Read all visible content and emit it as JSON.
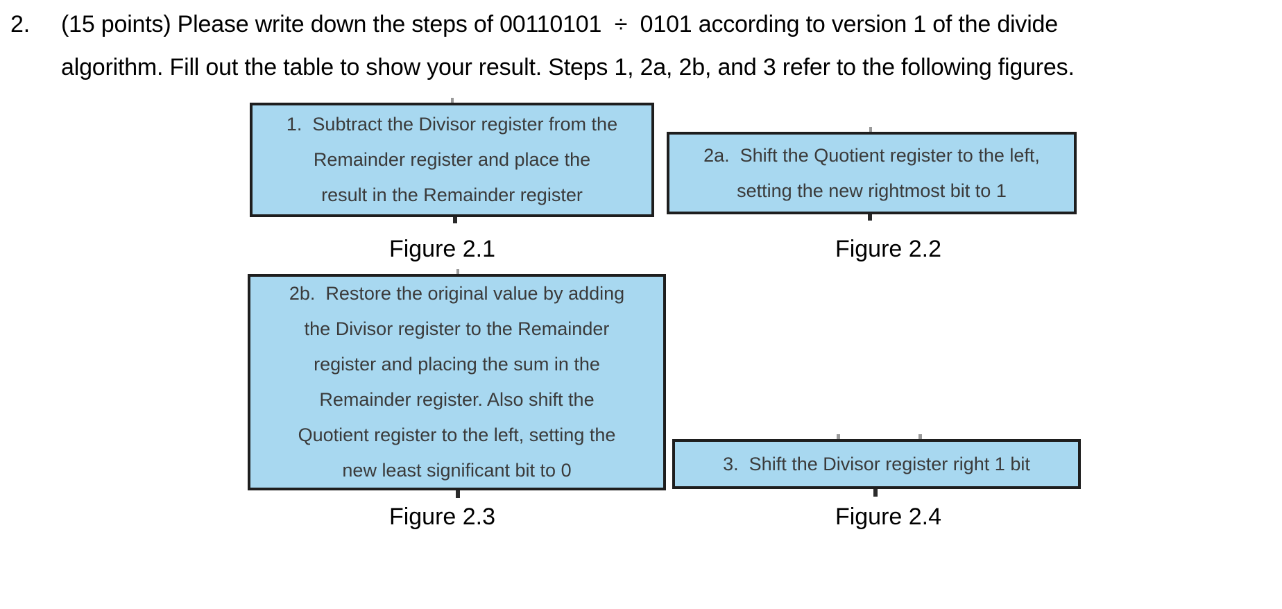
{
  "question": {
    "number": "2.",
    "line1": "(15 points) Please write down the steps of 00110101  ÷  0101 according to version 1 of the divide",
    "line2": "algorithm. Fill out the table to show your result. Steps 1, 2a, 2b, and 3 refer to the following figures."
  },
  "figures": [
    {
      "step": "1",
      "caption": "Figure 2.1",
      "text": "1.  Subtract the Divisor register from the Remainder register and place the result in the Remainder register",
      "lines": [
        "1.  Subtract the Divisor register from the",
        "Remainder register and place the",
        "result in the Remainder register"
      ]
    },
    {
      "step": "2a",
      "caption": "Figure 2.2",
      "text": "2a.  Shift the Quotient register to the left, setting the new rightmost bit to 1",
      "lines": [
        "2a.  Shift the Quotient register to the left,",
        "setting the new rightmost bit to 1"
      ]
    },
    {
      "step": "2b",
      "caption": "Figure 2.3",
      "text": "2b.  Restore the original value by adding the Divisor register to the Remainder register and placing the sum in the Remainder register. Also shift the Quotient register to the left, setting the new least significant bit to 0",
      "lines": [
        "2b.  Restore the original value by adding",
        "the Divisor register to the Remainder",
        "register and placing the sum in the",
        "Remainder register. Also shift the",
        "Quotient register to the left, setting the",
        "new least significant bit to 0"
      ]
    },
    {
      "step": "3",
      "caption": "Figure 2.4",
      "text": "3.  Shift the Divisor register right 1 bit",
      "lines": [
        "3.  Shift the Divisor register right 1 bit"
      ]
    }
  ],
  "colors": {
    "page_background": "#ffffff",
    "box_fill": "#a8d8f0",
    "box_border": "#1e1e1e",
    "box_text": "#3a3a3a",
    "body_text": "#000000"
  }
}
